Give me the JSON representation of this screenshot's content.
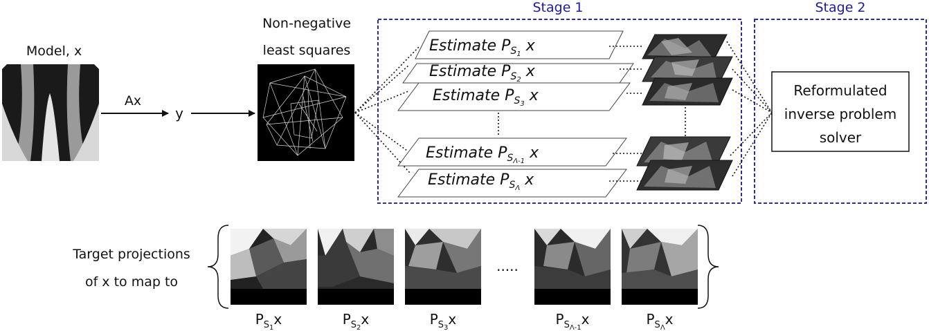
{
  "model": {
    "label": "Model, x"
  },
  "forward": {
    "operator": "Ax",
    "measurement": "y"
  },
  "nnls": {
    "line1": "Non-negative",
    "line2": "least squares"
  },
  "stage1": {
    "title": "Stage 1",
    "estimates": [
      {
        "prefix": "Estimate P",
        "sub": "S",
        "subsub": "1",
        "suffix": " x"
      },
      {
        "prefix": "Estimate P",
        "sub": "S",
        "subsub": "2",
        "suffix": " x"
      },
      {
        "prefix": "Estimate P",
        "sub": "S",
        "subsub": "3",
        "suffix": " x"
      },
      {
        "prefix": "Estimate P",
        "sub": "S",
        "subsub": "Λ-1",
        "suffix": " x"
      },
      {
        "prefix": "Estimate P",
        "sub": "S",
        "subsub": "Λ",
        "suffix": " x"
      }
    ]
  },
  "stage2": {
    "title": "Stage 2",
    "solver_line1": "Reformulated",
    "solver_line2": "inverse problem",
    "solver_line3": "solver"
  },
  "targets": {
    "caption_line1": "Target projections",
    "caption_line2": "of x to map to",
    "ellipsis": ".....",
    "labels": [
      {
        "main": "P",
        "sub": "S",
        "subsub": "1",
        "suffix": "x"
      },
      {
        "main": "P",
        "sub": "S",
        "subsub": "2",
        "suffix": "x"
      },
      {
        "main": "P",
        "sub": "S",
        "subsub": "3",
        "suffix": "x"
      },
      {
        "main": "P",
        "sub": "S",
        "subsub": "Λ-1",
        "suffix": "x"
      },
      {
        "main": "P",
        "sub": "S",
        "subsub": "Λ",
        "suffix": "x"
      }
    ]
  },
  "colors": {
    "stage_border": "#2b2bb0",
    "stage_title": "#1a1aa6"
  }
}
